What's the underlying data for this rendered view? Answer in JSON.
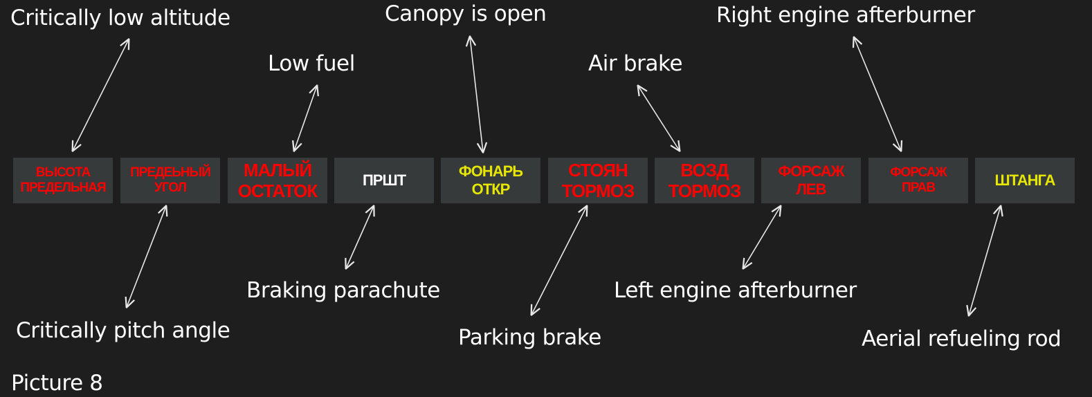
{
  "colors": {
    "background": "#1e1e1e",
    "panel": "#363a3b",
    "red": "#ff0000",
    "yellow": "#e6e600",
    "white": "#ffffff",
    "label": "#ffffff",
    "arrow": "#e8e8e8"
  },
  "panels": [
    {
      "line1": "ВЫСОТА",
      "line2": "ПРЕДЕЛЬНАЯ",
      "color": "#ff0000"
    },
    {
      "line1": "ПРЕДЕЬНЫЙ",
      "line2": "УГОЛ",
      "color": "#ff0000"
    },
    {
      "line1": "МАЛЫЙ",
      "line2": "ОСТАТОК",
      "color": "#ff0000"
    },
    {
      "line1": "ПРШТ",
      "line2": "",
      "color": "#ffffff"
    },
    {
      "line1": "ФОНАРЬ",
      "line2": "ОТКР",
      "color": "#e6e600"
    },
    {
      "line1": "СТОЯН",
      "line2": "ТОРМОЗ",
      "color": "#ff0000"
    },
    {
      "line1": "ВОЗД",
      "line2": "ТОРМОЗ",
      "color": "#ff0000"
    },
    {
      "line1": "ФОРСАЖ",
      "line2": "ЛЕВ",
      "color": "#ff0000"
    },
    {
      "line1": "ФОРСАЖ",
      "line2": "ПРАВ",
      "color": "#ff0000"
    },
    {
      "line1": "ШТАНГА",
      "line2": "",
      "color": "#e6e600"
    }
  ],
  "labels": {
    "critically_low_altitude": "Critically low altitude",
    "critically_pitch_angle": "Critically pitch angle",
    "low_fuel": "Low fuel",
    "braking_parachute": "Braking parachute",
    "canopy_is_open": "Canopy is open",
    "parking_brake": "Parking brake",
    "air_brake": "Air brake",
    "left_engine_afterburner": "Left engine afterburner",
    "right_engine_afterburner": "Right engine afterburner",
    "aerial_refueling_rod": "Aerial refueling rod"
  },
  "caption": "Picture 8"
}
